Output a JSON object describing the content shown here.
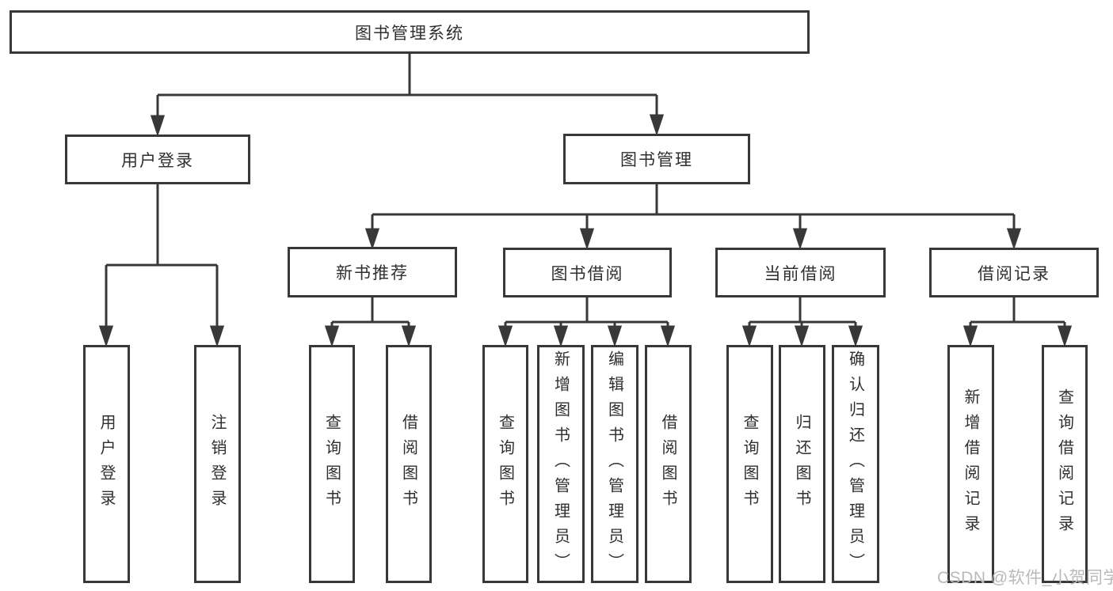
{
  "watermark": "CSDN @软件_小贺同学",
  "colors": {
    "line": "#383838",
    "box_border": "#383838",
    "box_fill": "#ffffff",
    "text": "#2f2f2f",
    "watermark": "#b9b9b9",
    "background": "#ffffff"
  },
  "tree": {
    "label": "图书管理系统",
    "children": [
      {
        "label": "用户登录",
        "children": [
          {
            "label": "用户登录"
          },
          {
            "label": "注销登录"
          }
        ]
      },
      {
        "label": "图书管理",
        "children": [
          {
            "label": "新书推荐",
            "children": [
              {
                "label": "查询图书"
              },
              {
                "label": "借阅图书"
              }
            ]
          },
          {
            "label": "图书借阅",
            "children": [
              {
                "label": "查询图书"
              },
              {
                "label": "新增图书（管理员）"
              },
              {
                "label": "编辑图书（管理员）"
              },
              {
                "label": "借阅图书"
              }
            ]
          },
          {
            "label": "当前借阅",
            "children": [
              {
                "label": "查询图书"
              },
              {
                "label": "归还图书"
              },
              {
                "label": "确认归还（管理员）"
              }
            ]
          },
          {
            "label": "借阅记录",
            "children": [
              {
                "label": "新增借阅记录"
              },
              {
                "label": "查询借阅记录"
              }
            ]
          }
        ]
      }
    ]
  }
}
